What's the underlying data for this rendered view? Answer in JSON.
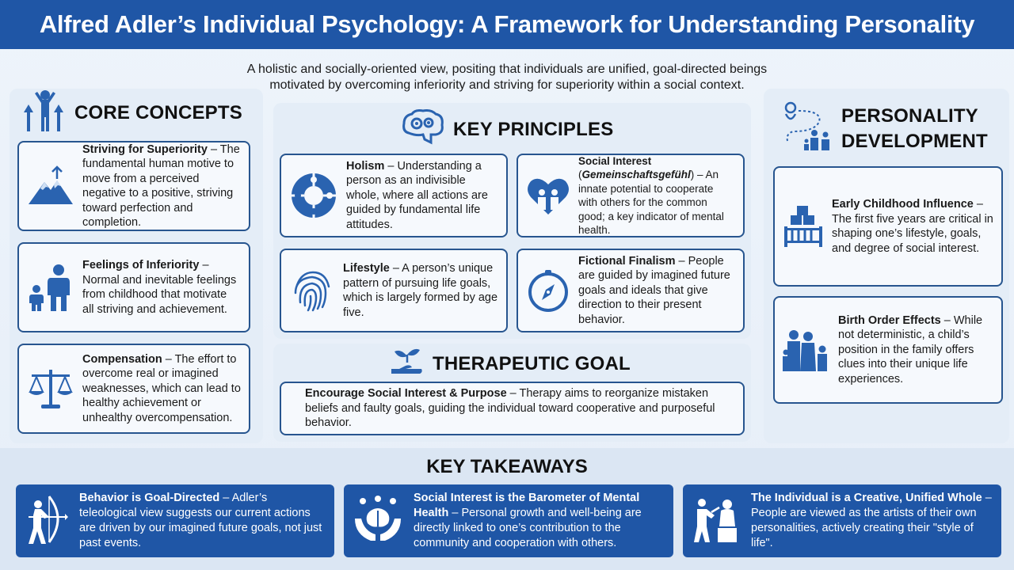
{
  "header": {
    "title": "Alfred Adler’s Individual Psychology: A Framework for Understanding Personality"
  },
  "subtitle": {
    "line1": "A holistic and socially-oriented view, positing that individuals are unified, goal-directed beings",
    "line2": "motivated by overcoming inferiority and striving for superiority within a social context."
  },
  "core_concepts": {
    "title": "CORE CONCEPTS",
    "items": [
      {
        "term": "Striving for Superiority",
        "desc": " – The fundamental human motive to move from a perceived negative to a positive, striving toward perfection and completion.",
        "icon": "mountain-peak-icon"
      },
      {
        "term": "Feelings of Inferiority",
        "desc": " – Normal and inevitable feelings from childhood that motivate all striving and achievement.",
        "icon": "adult-child-icon"
      },
      {
        "term": "Compensation",
        "desc": " – The effort to overcome real or imagined weaknesses, which can lead to healthy achievement or unhealthy overcompensation.",
        "icon": "balance-scale-icon"
      }
    ]
  },
  "key_principles": {
    "title": "KEY PRINCIPLES",
    "items": [
      {
        "term": "Holism",
        "desc": " – Understanding a person as an indivisible whole, where all actions are guided by fundamental life attitudes.",
        "icon": "puzzle-circle-icon"
      },
      {
        "term": "Social Interest",
        "term2": "Gemeinschaftsgefühl",
        "desc": " – An innate potential to cooperate with others for the common good; a key indicator of mental health.",
        "icon": "heart-people-icon"
      },
      {
        "term": "Lifestyle",
        "desc": " – A person’s unique pattern of pursuing life goals, which is largely formed by age five.",
        "icon": "fingerprint-icon"
      },
      {
        "term": "Fictional Finalism",
        "desc": " – People are guided by imagined future goals and ideals that give direction to their present behavior.",
        "icon": "compass-icon"
      }
    ]
  },
  "therapeutic_goal": {
    "title": "THERAPEUTIC GOAL",
    "term": "Encourage Social Interest & Purpose",
    "desc": " – Therapy aims to reorganize mistaken beliefs and faulty goals, guiding the individual toward cooperative and purposeful behavior."
  },
  "personality_development": {
    "title_line1": "PERSONALITY",
    "title_line2": "DEVELOPMENT",
    "items": [
      {
        "term": "Early Childhood Influence",
        "desc": " – The first five years are critical in shaping one’s lifestyle, goals, and degree of social interest.",
        "icon": "crib-blocks-icon"
      },
      {
        "term": "Birth Order Effects",
        "desc": " – While not deterministic, a child’s position in the family offers clues into their unique life experiences.",
        "icon": "family-icon"
      }
    ]
  },
  "key_takeaways": {
    "title": "KEY TAKEAWAYS",
    "items": [
      {
        "term": "Behavior is Goal-Directed",
        "desc": " – Adler’s teleological view suggests our current actions are driven by our imagined future goals, not just past events.",
        "icon": "archer-icon"
      },
      {
        "term": "Social Interest is the Barometer of Mental Health",
        "desc": " – Personal growth and well-being are directly linked to one’s contribution to the community and cooperation with others.",
        "icon": "brain-hands-icon"
      },
      {
        "term": "The Individual is a Creative, Unified Whole",
        "desc": " – People are viewed as the artists of their own personalities, actively creating their \"style of life\".",
        "icon": "sculptor-icon"
      }
    ]
  },
  "colors": {
    "brand_blue": "#1f56a6",
    "card_border": "#27558f",
    "icon_blue": "#2a63b0"
  }
}
